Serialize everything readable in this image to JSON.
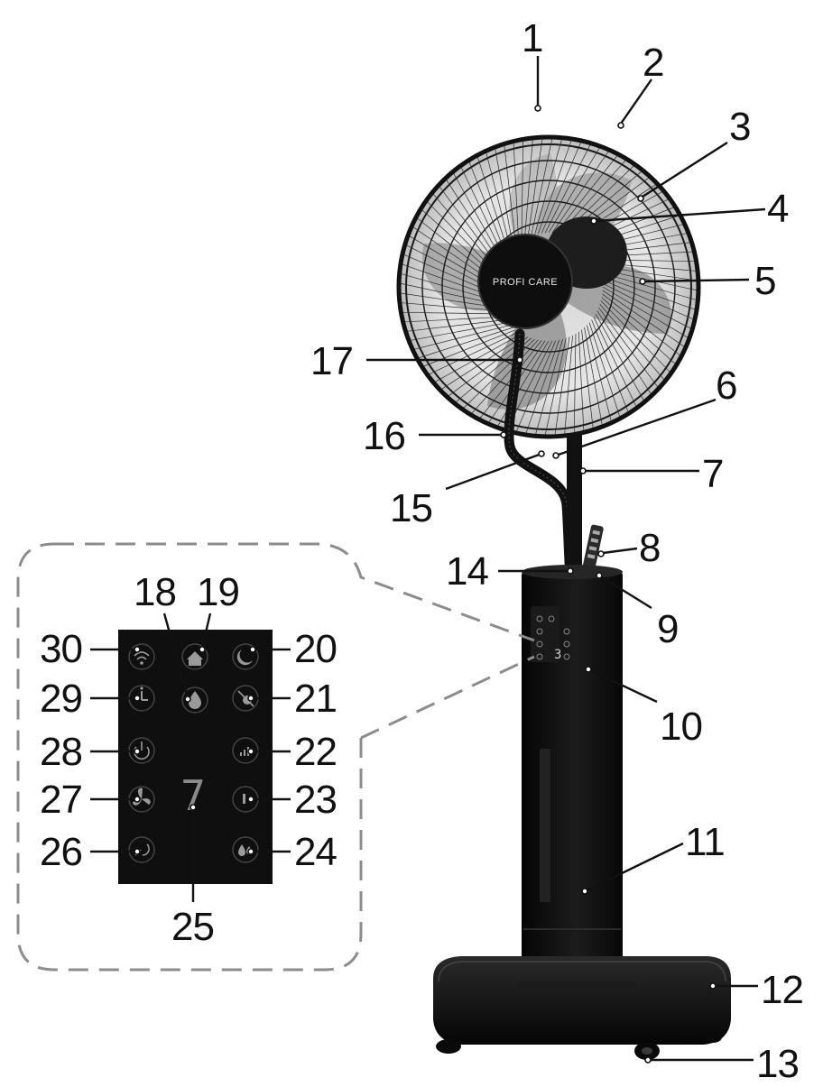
{
  "product": {
    "brand": "PROFI CARE"
  },
  "display": {
    "digit": "7",
    "mini_digit": "3"
  },
  "colors": {
    "body": "#0d0d0d",
    "panel": "#151515",
    "guard": "#1a1a1a",
    "blade": "#bdbdbd",
    "dash": "#8c8c8c"
  },
  "callouts": [
    {
      "id": "1",
      "label": "1"
    },
    {
      "id": "2",
      "label": "2"
    },
    {
      "id": "3",
      "label": "3"
    },
    {
      "id": "4",
      "label": "4"
    },
    {
      "id": "5",
      "label": "5"
    },
    {
      "id": "6",
      "label": "6"
    },
    {
      "id": "7",
      "label": "7"
    },
    {
      "id": "8",
      "label": "8"
    },
    {
      "id": "9",
      "label": "9"
    },
    {
      "id": "10",
      "label": "10"
    },
    {
      "id": "11",
      "label": "11"
    },
    {
      "id": "12",
      "label": "12"
    },
    {
      "id": "13",
      "label": "13"
    },
    {
      "id": "14",
      "label": "14"
    },
    {
      "id": "15",
      "label": "15"
    },
    {
      "id": "16",
      "label": "16"
    },
    {
      "id": "17",
      "label": "17"
    },
    {
      "id": "18",
      "label": "18"
    },
    {
      "id": "19",
      "label": "19"
    },
    {
      "id": "20",
      "label": "20"
    },
    {
      "id": "21",
      "label": "21"
    },
    {
      "id": "22",
      "label": "22"
    },
    {
      "id": "23",
      "label": "23"
    },
    {
      "id": "24",
      "label": "24"
    },
    {
      "id": "25",
      "label": "25"
    },
    {
      "id": "26",
      "label": "26"
    },
    {
      "id": "27",
      "label": "27"
    },
    {
      "id": "28",
      "label": "28"
    },
    {
      "id": "29",
      "label": "29"
    },
    {
      "id": "30",
      "label": "30"
    }
  ],
  "panel_icons": [
    {
      "id": "18",
      "icon": "water-drop-icon"
    },
    {
      "id": "19",
      "icon": "home-icon"
    },
    {
      "id": "20",
      "icon": "moon-icon"
    },
    {
      "id": "21",
      "icon": "no-smoking-icon"
    },
    {
      "id": "22",
      "icon": "speed-up-icon"
    },
    {
      "id": "23",
      "icon": "speed-low-icon"
    },
    {
      "id": "24",
      "icon": "mist-icon"
    },
    {
      "id": "26",
      "icon": "oscillation-icon"
    },
    {
      "id": "27",
      "icon": "fan-icon"
    },
    {
      "id": "28",
      "icon": "power-icon"
    },
    {
      "id": "29",
      "icon": "timer-icon"
    },
    {
      "id": "30",
      "icon": "wifi-icon"
    }
  ]
}
